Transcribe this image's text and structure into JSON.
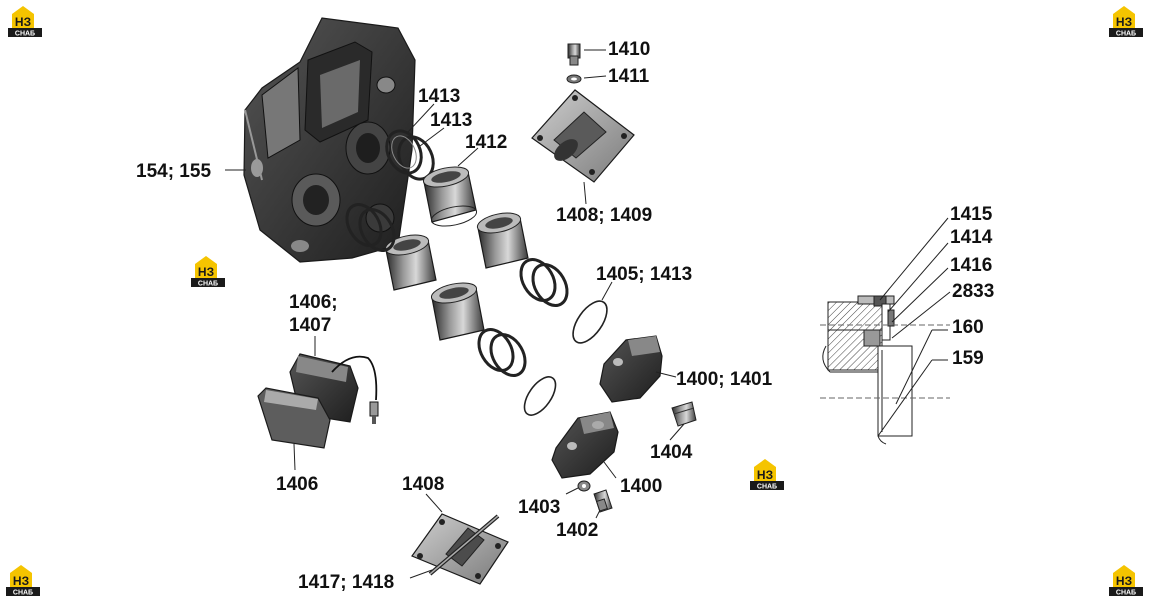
{
  "watermark": {
    "logo_letters": "НЗ",
    "logo_caption": "СНАБ",
    "accent_color": "#f5c400",
    "dark_color": "#1a1a1a"
  },
  "labels": {
    "body": "154; 155",
    "ring_top_a": "1413",
    "ring_top_b": "1413",
    "piston_top": "1412",
    "bleed_screw": "1410",
    "bleed_washer": "1411",
    "cover_top": "1408; 1409",
    "seal_ring": "1405; 1413",
    "pads_pair": "1406;",
    "pads_pair_2": "1407",
    "pad_single": "1406",
    "housing_upper": "1400; 1401",
    "pin": "1404",
    "housing_lower": "1400",
    "washer": "1403",
    "bolt": "1402",
    "cover_bottom": "1408",
    "cover_bottom_parts": "1417; 1418",
    "sec_1415": "1415",
    "sec_1414": "1414",
    "sec_1416": "1416",
    "sec_2833": "2833",
    "sec_160": "160",
    "sec_159": "159"
  }
}
